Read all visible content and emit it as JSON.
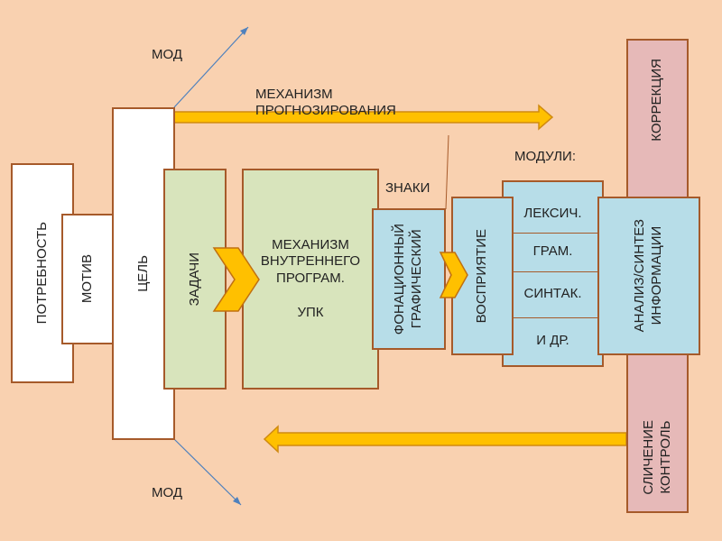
{
  "labels": {
    "need": "ПОТРЕБНОСТЬ",
    "motive": "МОТИВ",
    "goal": "ЦЕЛЬ",
    "tasks": "ЗАДАЧИ",
    "inner_program": "МЕХАНИЗМ ВНУТРЕННЕГО ПРОГРАМ.\n\nУПК",
    "phonation": "ФОНАЦИОННЫЙ\nГРАФИЧЕСКИЙ",
    "perception": "ВОСПРИЯТИЕ",
    "modules_title": "МОДУЛИ:",
    "modules": [
      "ЛЕКСИЧ.",
      "ГРАМ.",
      "СИНТАК.",
      "И ДР."
    ],
    "analysis": "АНАЛИЗ/СИНТЕЗ\nИНФОРМАЦИИ",
    "correction": "КОРРЕКЦИЯ",
    "comparison": "СЛИЧЕНИЕ\nКОНТРОЛЬ",
    "forecast": "МЕХАНИЗМ\nПРОГНОЗИРОВАНИЯ",
    "signs": "ЗНАКИ",
    "mod_top": "МОД",
    "mod_bottom": "МОД"
  },
  "colors": {
    "background": "#F9D1B0",
    "green": "#D8E4BC",
    "blue": "#B7DDE8",
    "pink": "#E6B9B8",
    "arrow": "#FFC000",
    "border": "#A65A2A",
    "line": "#4F81BD"
  }
}
